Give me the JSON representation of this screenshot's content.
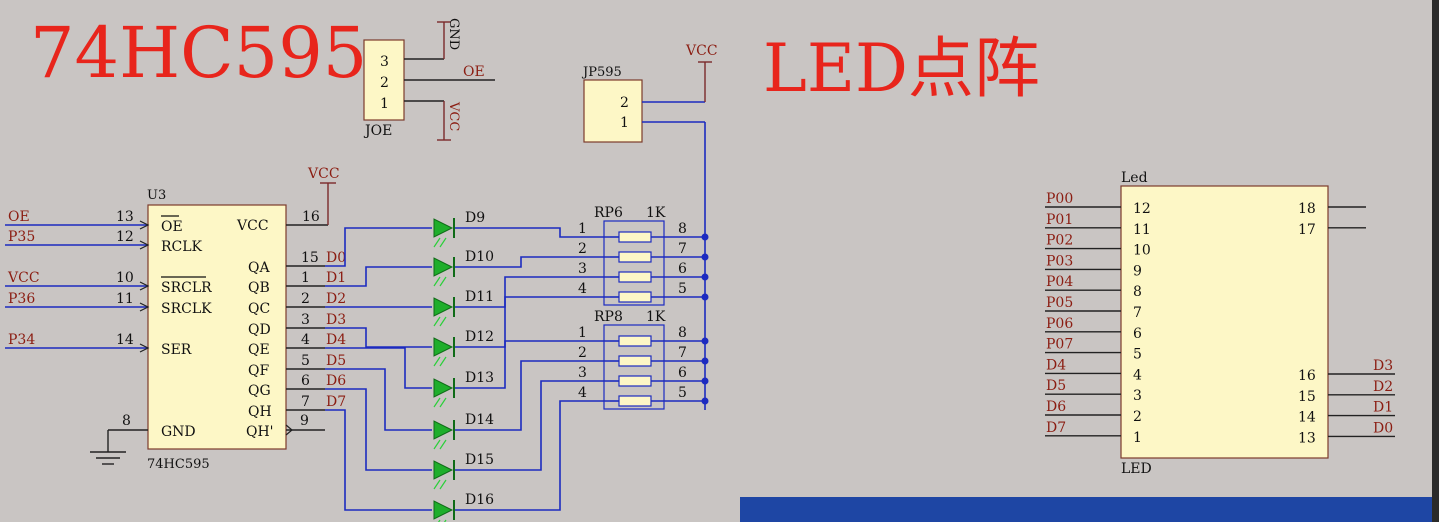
{
  "title_left": "74HC595",
  "title_right": "LED点阵",
  "joe": {
    "ref": "JOE",
    "pins": [
      "3",
      "2",
      "1"
    ],
    "net_gnd": "GND",
    "net_oe": "OE",
    "net_vcc": "VCC"
  },
  "jp595": {
    "ref": "JP595",
    "pins": [
      "2",
      "1"
    ],
    "net_vcc": "VCC"
  },
  "u3": {
    "ref": "U3",
    "part": "74HC595",
    "vcc_net": "VCC",
    "left_pins": [
      {
        "net": "OE",
        "num": "13",
        "name": "OE"
      },
      {
        "net": "P35",
        "num": "12",
        "name": "RCLK"
      },
      {
        "net": "VCC",
        "num": "10",
        "name": "SRCLR"
      },
      {
        "net": "P36",
        "num": "11",
        "name": "SRCLK"
      },
      {
        "net": "P34",
        "num": "14",
        "name": "SER"
      }
    ],
    "gnd_pin": {
      "num": "8",
      "name": "GND"
    },
    "top_pin": {
      "num": "16",
      "name": "VCC"
    },
    "right_pins": [
      {
        "num": "15",
        "name": "QA",
        "net": "D0"
      },
      {
        "num": "1",
        "name": "QB",
        "net": "D1"
      },
      {
        "num": "2",
        "name": "QC",
        "net": "D2"
      },
      {
        "num": "3",
        "name": "QD",
        "net": "D3"
      },
      {
        "num": "4",
        "name": "QE",
        "net": "D4"
      },
      {
        "num": "5",
        "name": "QF",
        "net": "D5"
      },
      {
        "num": "6",
        "name": "QG",
        "net": "D6"
      },
      {
        "num": "7",
        "name": "QH",
        "net": "D7"
      }
    ],
    "qh_out": {
      "num": "9",
      "name": "QH'"
    }
  },
  "leds": [
    "D9",
    "D10",
    "D11",
    "D12",
    "D13",
    "D14",
    "D15",
    "D16"
  ],
  "rp6": {
    "ref": "RP6",
    "value": "1K",
    "left": [
      "1",
      "2",
      "3",
      "4"
    ],
    "right": [
      "8",
      "7",
      "6",
      "5"
    ]
  },
  "rp8": {
    "ref": "RP8",
    "value": "1K",
    "left": [
      "1",
      "2",
      "3",
      "4"
    ],
    "right": [
      "8",
      "7",
      "6",
      "5"
    ]
  },
  "matrix": {
    "ref": "Led",
    "part": "LED",
    "left": [
      {
        "net": "P00",
        "num": "12"
      },
      {
        "net": "P01",
        "num": "11"
      },
      {
        "net": "P02",
        "num": "10"
      },
      {
        "net": "P03",
        "num": "9"
      },
      {
        "net": "P04",
        "num": "8"
      },
      {
        "net": "P05",
        "num": "7"
      },
      {
        "net": "P06",
        "num": "6"
      },
      {
        "net": "P07",
        "num": "5"
      },
      {
        "net": "D4",
        "num": "4"
      },
      {
        "net": "D5",
        "num": "3"
      },
      {
        "net": "D6",
        "num": "2"
      },
      {
        "net": "D7",
        "num": "1"
      }
    ],
    "right_top": [
      "18",
      "17"
    ],
    "right_bottom": [
      {
        "num": "16",
        "net": "D3"
      },
      {
        "num": "15",
        "net": "D2"
      },
      {
        "num": "14",
        "net": "D1"
      },
      {
        "num": "13",
        "net": "D0"
      }
    ]
  }
}
